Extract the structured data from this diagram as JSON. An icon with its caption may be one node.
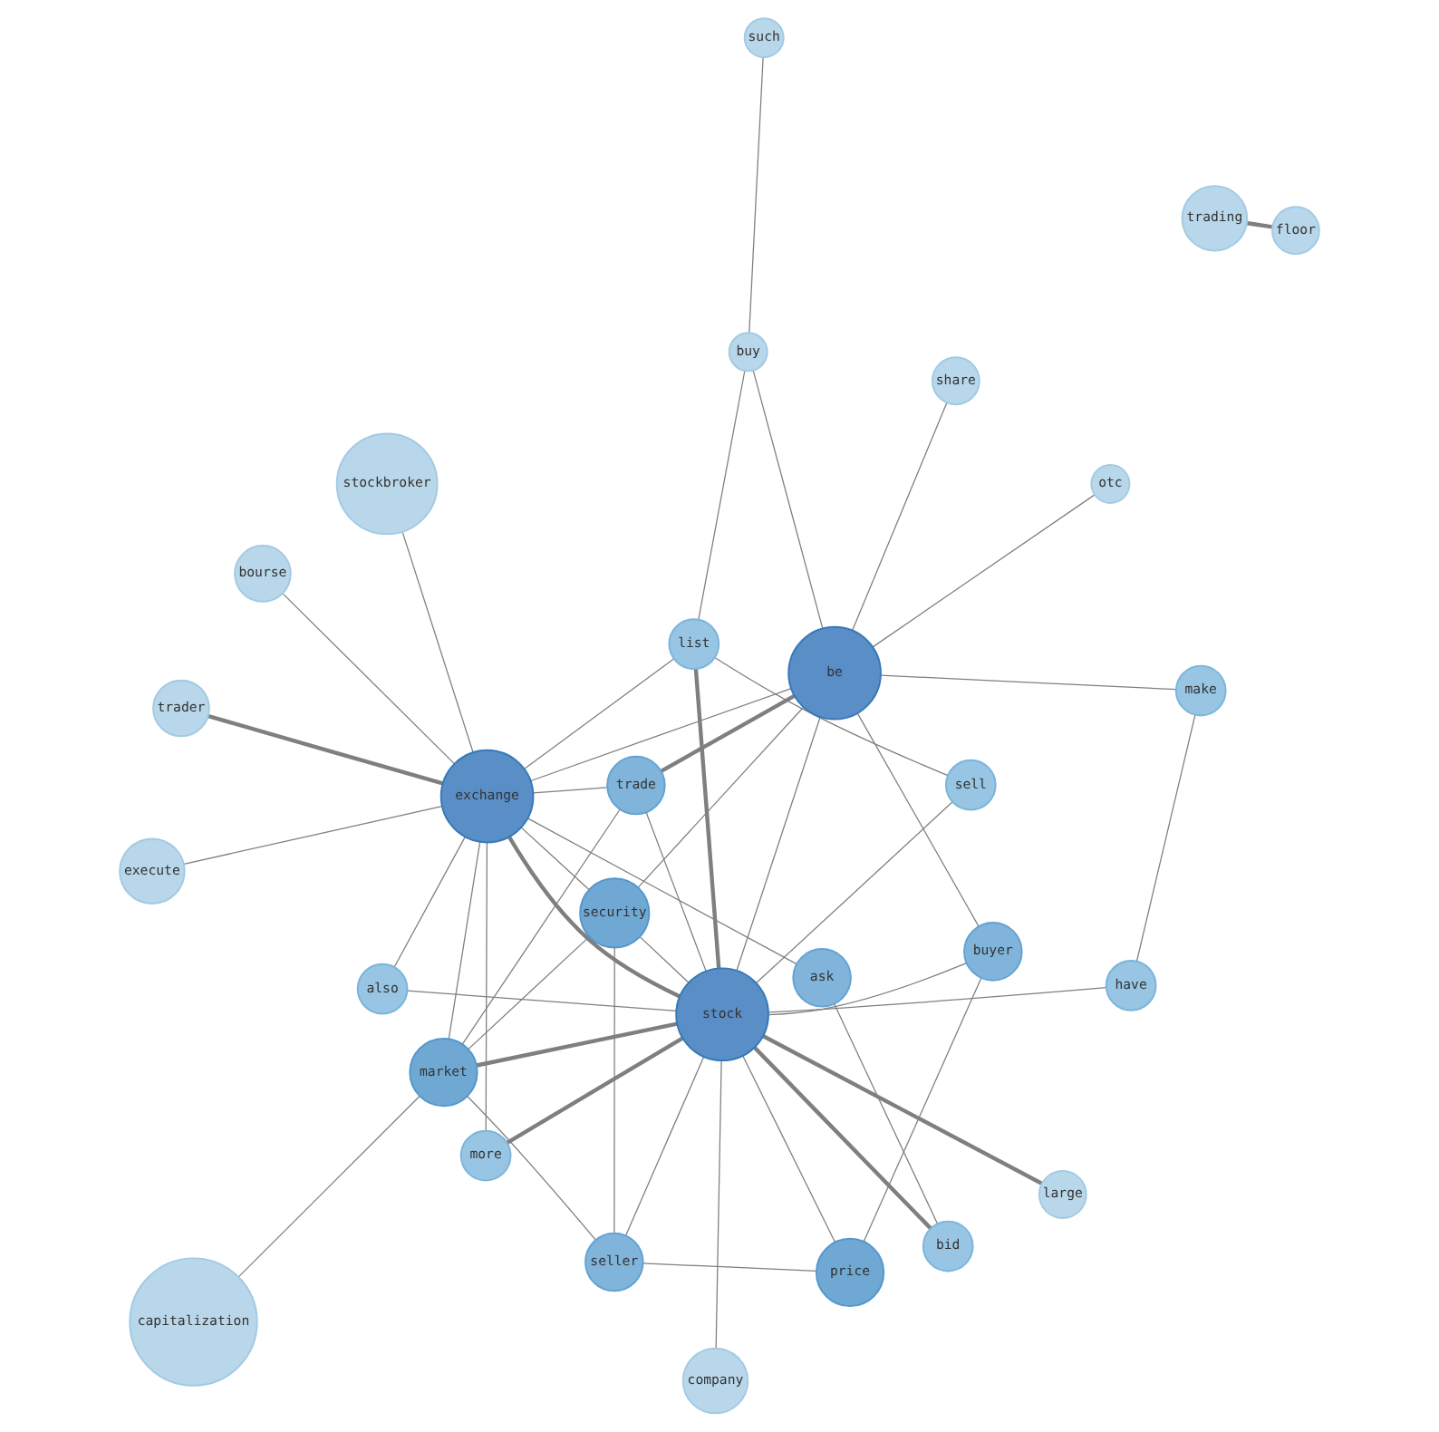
{
  "diagram": {
    "nodes": [
      {
        "text": [
          "company"
        ]
      },
      {
        "text": [
          "ask"
        ]
      },
      {
        "text": [
          "trading"
        ]
      },
      {
        "text": [
          "bid"
        ]
      },
      {
        "text": [
          "floor"
        ]
      },
      {
        "text": [
          "also"
        ]
      },
      {
        "text": [
          "security"
        ]
      },
      {
        "text": [
          "price"
        ]
      },
      {
        "text": [
          "capitalization"
        ]
      },
      {
        "text": [
          "buyer"
        ]
      },
      {
        "text": [
          "market"
        ]
      },
      {
        "text": [
          "seller"
        ]
      },
      {
        "text": [
          "more"
        ]
      },
      {
        "text": [
          "trade"
        ]
      },
      {
        "text": [
          "stockbroker"
        ]
      },
      {
        "text": [
          "stock"
        ]
      },
      {
        "text": [
          "exchange"
        ]
      },
      {
        "text": [
          "be"
        ]
      },
      {
        "text": [
          "have"
        ]
      },
      {
        "text": [
          "trader"
        ]
      },
      {
        "text": [
          "such"
        ]
      },
      {
        "text": [
          "buy"
        ]
      },
      {
        "text": [
          "list"
        ]
      },
      {
        "text": [
          "execute"
        ]
      },
      {
        "text": [
          "otc"
        ]
      },
      {
        "text": [
          "make"
        ]
      },
      {
        "text": [
          "sell"
        ]
      },
      {
        "text": [
          "large"
        ]
      },
      {
        "text": [
          "bourse"
        ]
      },
      {
        "text": [
          "share"
        ]
      }
    ],
    "edges": [
      {
        "from": 15,
        "to": 16,
        "arrow": "none",
        "style": "thick"
      },
      {
        "from": 15,
        "to": 17,
        "arrow": "none"
      },
      {
        "from": 16,
        "to": 17,
        "arrow": "none"
      },
      {
        "from": 4,
        "to": 2,
        "arrow": "none",
        "style": "thick"
      },
      {
        "from": 1,
        "to": 3,
        "arrow": "none"
      },
      {
        "from": 1,
        "to": 16,
        "arrow": "none"
      },
      {
        "from": 3,
        "to": 15,
        "arrow": "none",
        "style": "thick"
      },
      {
        "from": 5,
        "to": 15,
        "arrow": "none"
      },
      {
        "from": 5,
        "to": 16,
        "arrow": "none"
      },
      {
        "from": 0,
        "to": 15,
        "arrow": "none"
      },
      {
        "from": 6,
        "to": 11,
        "arrow": "none"
      },
      {
        "from": 6,
        "to": 15,
        "arrow": "none"
      },
      {
        "from": 6,
        "to": 16,
        "arrow": "none"
      },
      {
        "from": 6,
        "to": 17,
        "arrow": "none"
      },
      {
        "from": 6,
        "to": 10,
        "arrow": "none"
      },
      {
        "from": 9,
        "to": 7,
        "arrow": "none"
      },
      {
        "from": 9,
        "to": 15,
        "arrow": "none"
      },
      {
        "from": 9,
        "to": 17,
        "arrow": "none"
      },
      {
        "from": 11,
        "to": 7,
        "arrow": "none"
      },
      {
        "from": 11,
        "to": 10,
        "arrow": "none"
      },
      {
        "from": 11,
        "to": 15,
        "arrow": "none"
      },
      {
        "from": 10,
        "to": 8,
        "arrow": "none"
      },
      {
        "from": 10,
        "to": 15,
        "arrow": "none",
        "style": "thick"
      },
      {
        "from": 10,
        "to": 16,
        "arrow": "none"
      },
      {
        "from": 7,
        "to": 15,
        "arrow": "none"
      },
      {
        "from": 12,
        "to": 15,
        "arrow": "none",
        "style": "thick"
      },
      {
        "from": 12,
        "to": 16,
        "arrow": "none"
      },
      {
        "from": 13,
        "to": 15,
        "arrow": "none"
      },
      {
        "from": 13,
        "to": 16,
        "arrow": "none"
      },
      {
        "from": 13,
        "to": 17,
        "arrow": "none",
        "style": "thick"
      },
      {
        "from": 13,
        "to": 10,
        "arrow": "none"
      },
      {
        "from": 16,
        "to": 14,
        "arrow": "none"
      },
      {
        "from": 16,
        "to": 19,
        "arrow": "none",
        "style": "thick"
      },
      {
        "from": 15,
        "to": 18,
        "arrow": "none"
      },
      {
        "from": 18,
        "to": 25,
        "arrow": "none"
      },
      {
        "from": 17,
        "to": 24,
        "arrow": "none"
      },
      {
        "from": 16,
        "to": 28,
        "arrow": "none"
      },
      {
        "from": 17,
        "to": 29,
        "arrow": "none"
      },
      {
        "from": 15,
        "to": 27,
        "arrow": "none",
        "style": "thick"
      },
      {
        "from": 17,
        "to": 25,
        "arrow": "none"
      },
      {
        "from": 15,
        "to": 26,
        "arrow": "none"
      },
      {
        "from": 16,
        "to": 23,
        "arrow": "none"
      },
      {
        "from": 22,
        "to": 15,
        "arrow": "none",
        "style": "thick"
      },
      {
        "from": 22,
        "to": 16,
        "arrow": "none"
      },
      {
        "from": 21,
        "to": 20,
        "arrow": "none"
      },
      {
        "from": 21,
        "to": 17,
        "arrow": "none"
      },
      {
        "from": 21,
        "to": 22,
        "arrow": "none"
      },
      {
        "from": 22,
        "to": 26,
        "arrow": "none"
      }
    ]
  }
}
